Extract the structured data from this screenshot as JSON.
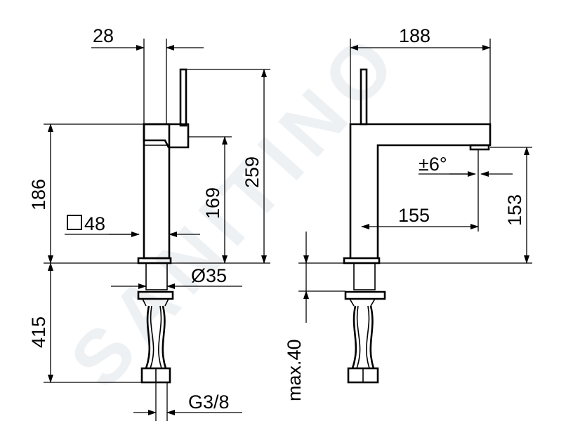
{
  "watermark": "SANITINO",
  "colors": {
    "line": "#000000",
    "watermark": "#eef1f3",
    "background": "#ffffff"
  },
  "left_view": {
    "width_top": "28",
    "height_body": "186",
    "spout_height": "169",
    "total_height": "259",
    "square_body": "48",
    "shank_diameter": "Ø35",
    "hose_length": "415",
    "thread": "G3/8"
  },
  "right_view": {
    "total_length": "188",
    "swivel_angle": "±6°",
    "spout_reach": "155",
    "outlet_height": "153",
    "max_thickness": "max.40"
  }
}
